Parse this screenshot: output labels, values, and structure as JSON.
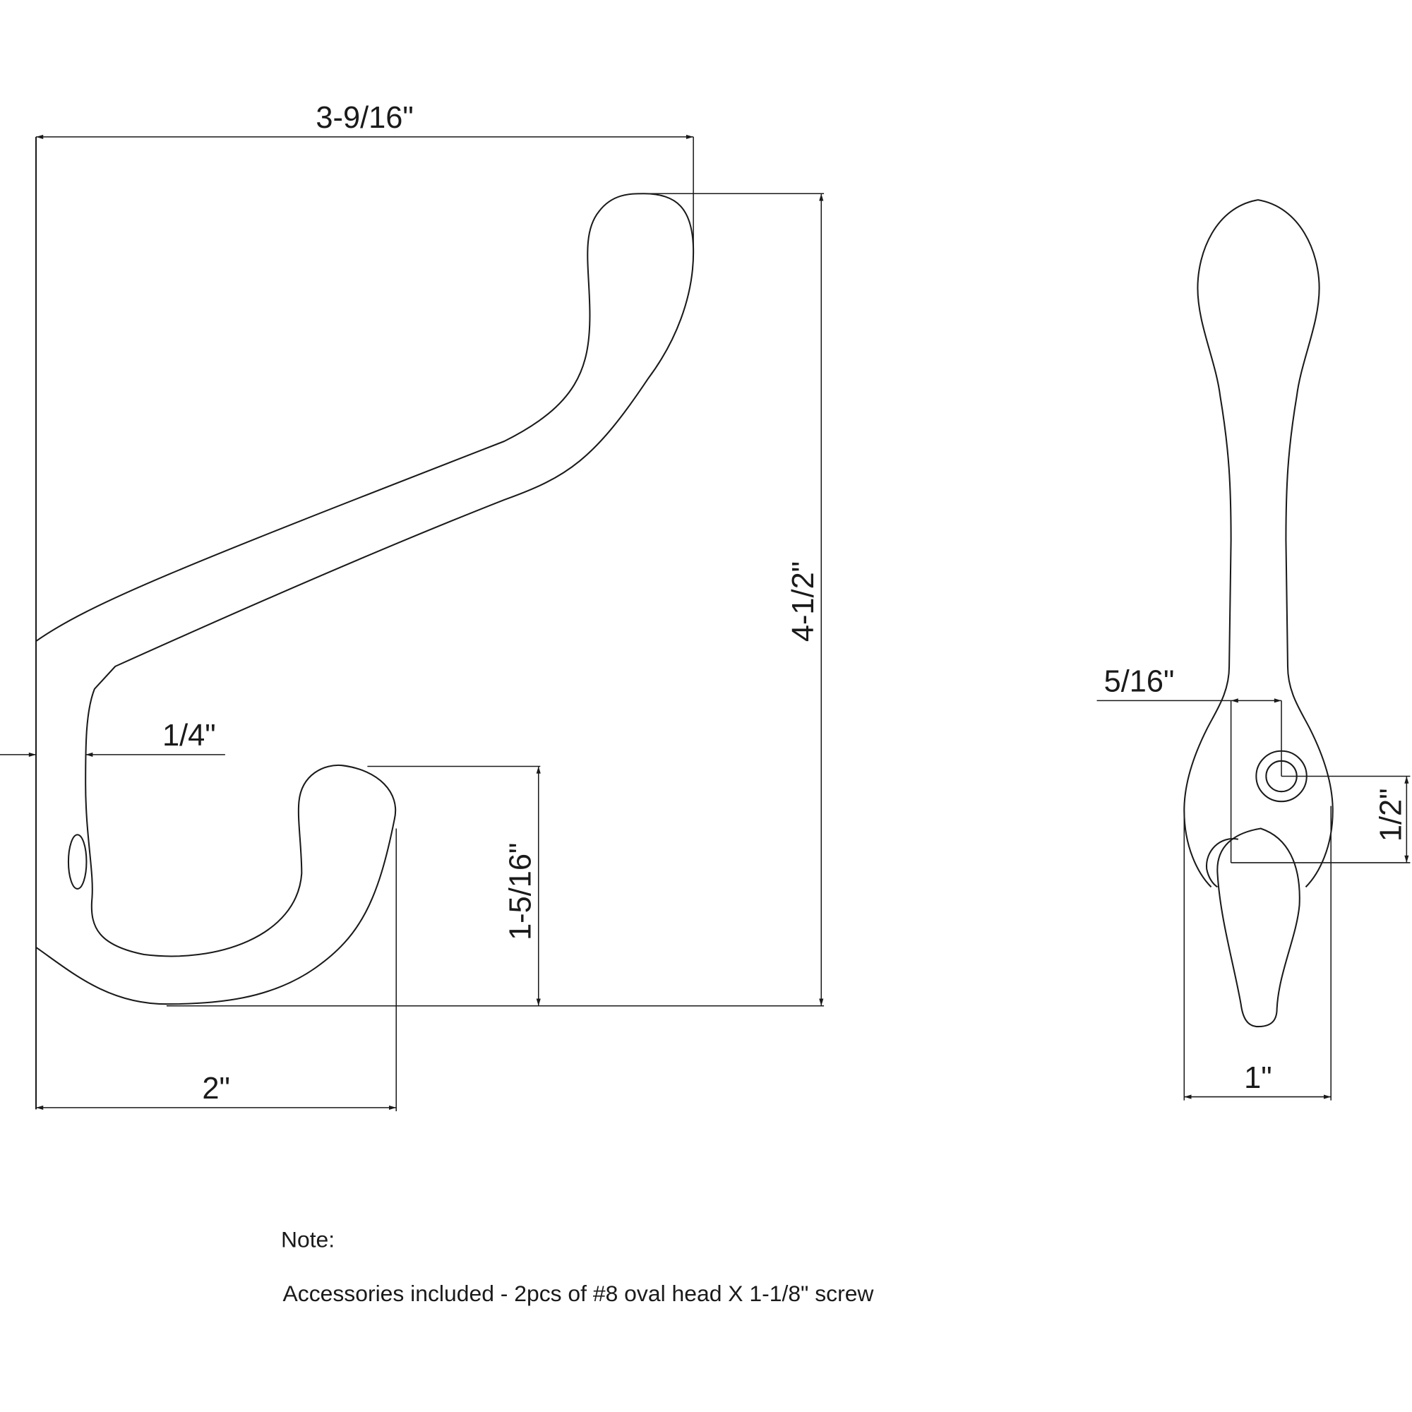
{
  "dimensions": {
    "overall_width": "3-9/16\"",
    "overall_height": "4-1/2\"",
    "lower_hook_height": "1-5/16\"",
    "lower_hook_depth": "2\"",
    "backplate_thickness": "1/4\"",
    "screw_offset": "5/16\"",
    "screw_spacing": "1/2\"",
    "backplate_width": "1\""
  },
  "notes": {
    "heading": "Note:",
    "text": "Accessories included - 2pcs of #8 oval head X 1-1/8\" screw"
  },
  "colors": {
    "line": "#1a1a1a",
    "background": "#ffffff"
  }
}
